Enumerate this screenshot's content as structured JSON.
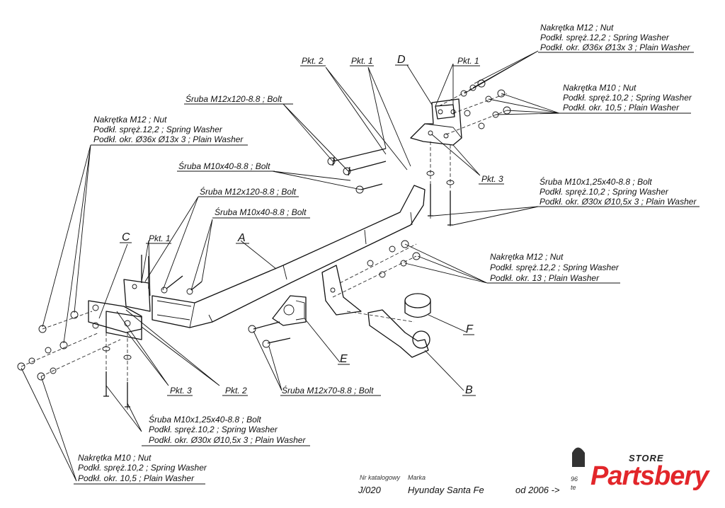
{
  "labels": {
    "nut_m12_top_right": [
      "Nakrętka  M12 ; Nut",
      "Podkł. spręż.12,2 ; Spring Washer",
      "Podkł. okr.  Ø36x Ø13x 3 ; Plain Washer"
    ],
    "nut_m10_top_right": [
      "Nakrętka  M10 ; Nut",
      "Podkł. spręż.10,2 ; Spring Washer",
      "Podkł. okr. 10,5 ; Plain Washer"
    ],
    "bolt_m10x125_right": [
      "Śruba M10x1,25x40-8.8 ;  Bolt",
      "Podkł. spręż.10,2 ; Spring Washer",
      "Podkł. okr.  Ø30x Ø10,5x 3 ; Plain Washer"
    ],
    "nut_m12_mid_right": [
      "Nakrętka  M12 ; Nut",
      "Podkł. spręż.12,2 ; Spring Washer",
      "Podkł. okr. 13 ; Plain Washer"
    ],
    "nut_m12_left": [
      "Nakrętka  M12 ; Nut",
      "Podkł. spręż.12,2 ; Spring Washer",
      "Podkł. okr.  Ø36x Ø13x 3 ; Plain Washer"
    ],
    "bolt_m12x120_top": "Śruba M12x120-8.8 ;  Bolt",
    "bolt_m10x40_top": "Śruba M10x40-8.8 ;  Bolt",
    "bolt_m12x120_mid": "Śruba M12x120-8.8 ;  Bolt",
    "bolt_m10x40_mid": "Śruba M10x40-8.8 ;  Bolt",
    "bolt_m12x70": "Śruba M12x70-8.8 ;  Bolt",
    "bolt_m10x125_bottom": [
      "Śruba M10x1,25x40-8.8 ;  Bolt",
      "Podkł. spręż.10,2 ; Spring Washer",
      "Podkł. okr.  Ø30x Ø10,5x 3 ; Plain Washer"
    ],
    "nut_m10_bottom": [
      "Nakrętka  M10 ; Nut",
      "Podkł. spręż.10,2 ; Spring Washer",
      "Podkł. okr. 10,5 ; Plain Washer"
    ],
    "pkt1": "Pkt. 1",
    "pkt2": "Pkt. 2",
    "pkt3": "Pkt. 3"
  },
  "letters": {
    "A": "A",
    "B": "B",
    "C": "C",
    "D": "D",
    "E": "E",
    "F": "F"
  },
  "footer": {
    "catalog_header": "Nr katalogowy",
    "brand_header": "Marka",
    "catalog_number": "J/020",
    "brand": "Hyunday Santa Fe",
    "since": "od  2006 ->",
    "cut_text_1": "96",
    "cut_text_2": "te"
  },
  "logo": {
    "store": "STORE",
    "name": "Partsbery",
    "color": "#e2262a"
  }
}
